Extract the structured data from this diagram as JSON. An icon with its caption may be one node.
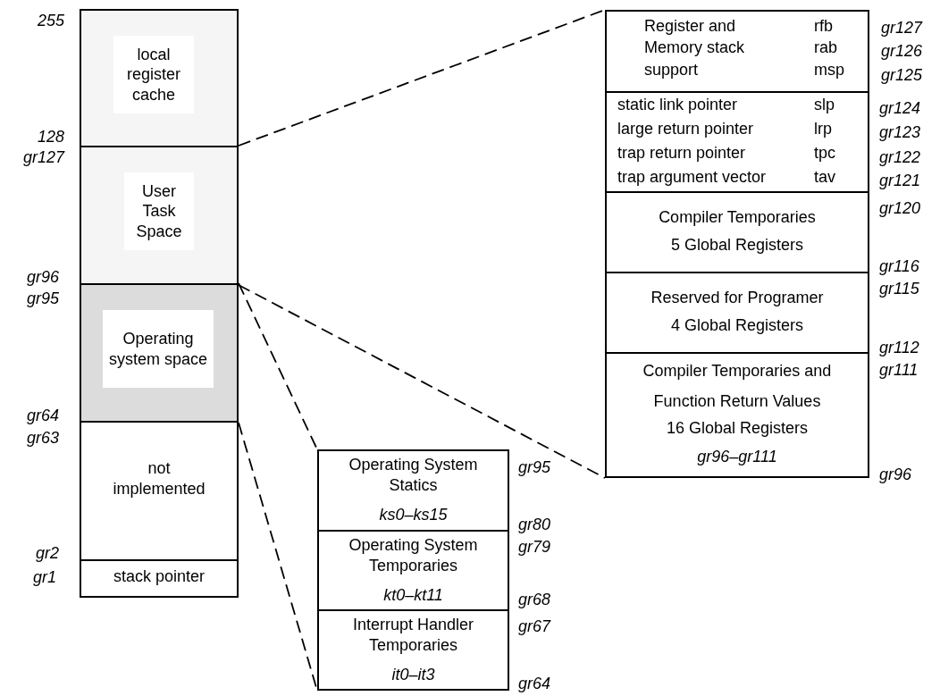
{
  "diagram": {
    "nodes": [
      {
        "text": [
          "local register cache"
        ]
      },
      {
        "text": [
          "User Task Space"
        ]
      },
      {
        "text": [
          "Operating system space"
        ]
      },
      {
        "text": [
          "not implemented"
        ]
      },
      {
        "text": [
          "stack pointer"
        ]
      },
      {
        "text": [],
        "shape": "box"
      },
      {
        "text": [
          "Register and Memory stack support",
          "rfb rab msp"
        ],
        "in": 5
      },
      {
        "text": [
          "static link pointer",
          "slp",
          "large return pointer",
          "lrp",
          "trap return pointer",
          "tpc",
          "trap argument vector",
          "tav"
        ],
        "in": 5
      },
      {
        "text": [
          "Compiler Temporaries",
          "5 Global Registers"
        ],
        "in": 5
      },
      {
        "text": [
          "Reserved for Programer",
          "4 Global Registers"
        ],
        "in": 5
      },
      {
        "text": [
          "Compiler Temporaries and Function Return Values",
          "16 Global Registers",
          "gr96–gr111"
        ],
        "in": 5
      },
      {
        "text": [],
        "shape": "box"
      },
      {
        "text": [
          "Operating System Statics",
          "ks0–ks15"
        ],
        "in": 11
      },
      {
        "text": [
          "Operating System Temporaries",
          "kt0–kt11"
        ],
        "in": 11
      },
      {
        "text": [
          "Interrupt Handler Temporaries",
          "it0–it3"
        ],
        "in": 11
      }
    ],
    "edges": [
      {
        "from": 1,
        "to": 5,
        "arrow": "none",
        "style": "dashed"
      },
      {
        "from": 1,
        "to": 5,
        "arrow": "none",
        "style": "dashed"
      },
      {
        "from": 2,
        "to": 11,
        "arrow": "none",
        "style": "dashed"
      },
      {
        "from": 2,
        "to": 11,
        "arrow": "none",
        "style": "dashed"
      }
    ],
    "labels": [
      "255",
      "128",
      "gr127",
      "gr96",
      "gr95",
      "gr64",
      "gr63",
      "gr2",
      "gr1",
      "gr127",
      "gr126",
      "gr125",
      "gr124",
      "gr123",
      "gr122",
      "gr121",
      "gr120",
      "gr116",
      "gr115",
      "gr112",
      "gr111",
      "gr96",
      "gr95",
      "gr80",
      "gr79",
      "gr68",
      "gr67",
      "gr64"
    ]
  }
}
